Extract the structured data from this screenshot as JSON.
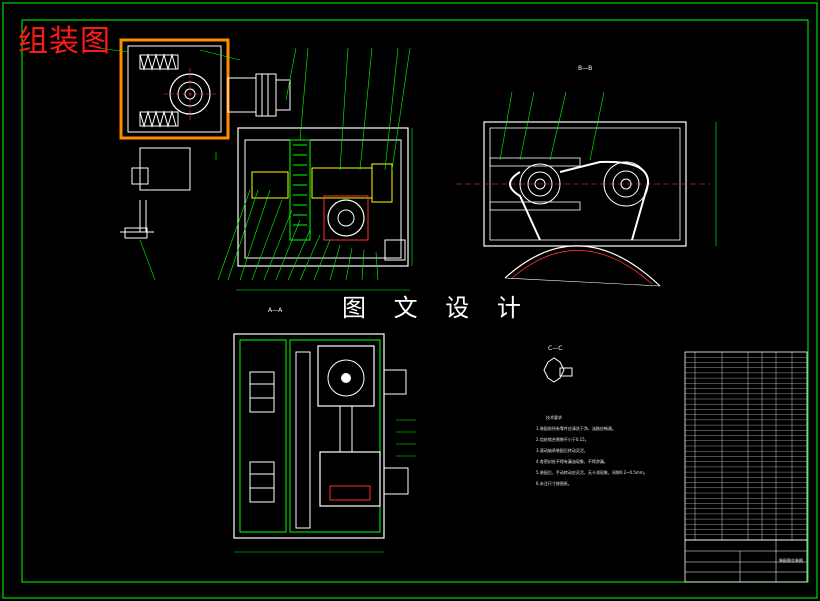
{
  "title": "组装图",
  "caption": "图 文 设 计",
  "views": {
    "section_bb": "B—B",
    "section_aa": "A—A",
    "section_cc": "C—C"
  },
  "technical_notes": [
    "技术要求",
    "1.装配前所有零件应清洗干净，油路应畅通。",
    "2.齿轮啮合侧隙不小于0.15。",
    "3.滚动轴承装配后转动灵活。",
    "4.各密封处不得有漏油现象，不得渗漏。",
    "5.装配后，手动转动应灵活，无卡滞现象，间隙0.2~0.5mm。",
    "6.未注尺寸按图纸。"
  ],
  "title_block": {
    "drawing_name": "装配图总装图"
  },
  "colors": {
    "frame": "#00ff00",
    "outline": "#ffffff",
    "hatch": "#ff3030",
    "part": "#ffff00",
    "center": "#ff4040",
    "dim": "#00ff00"
  }
}
